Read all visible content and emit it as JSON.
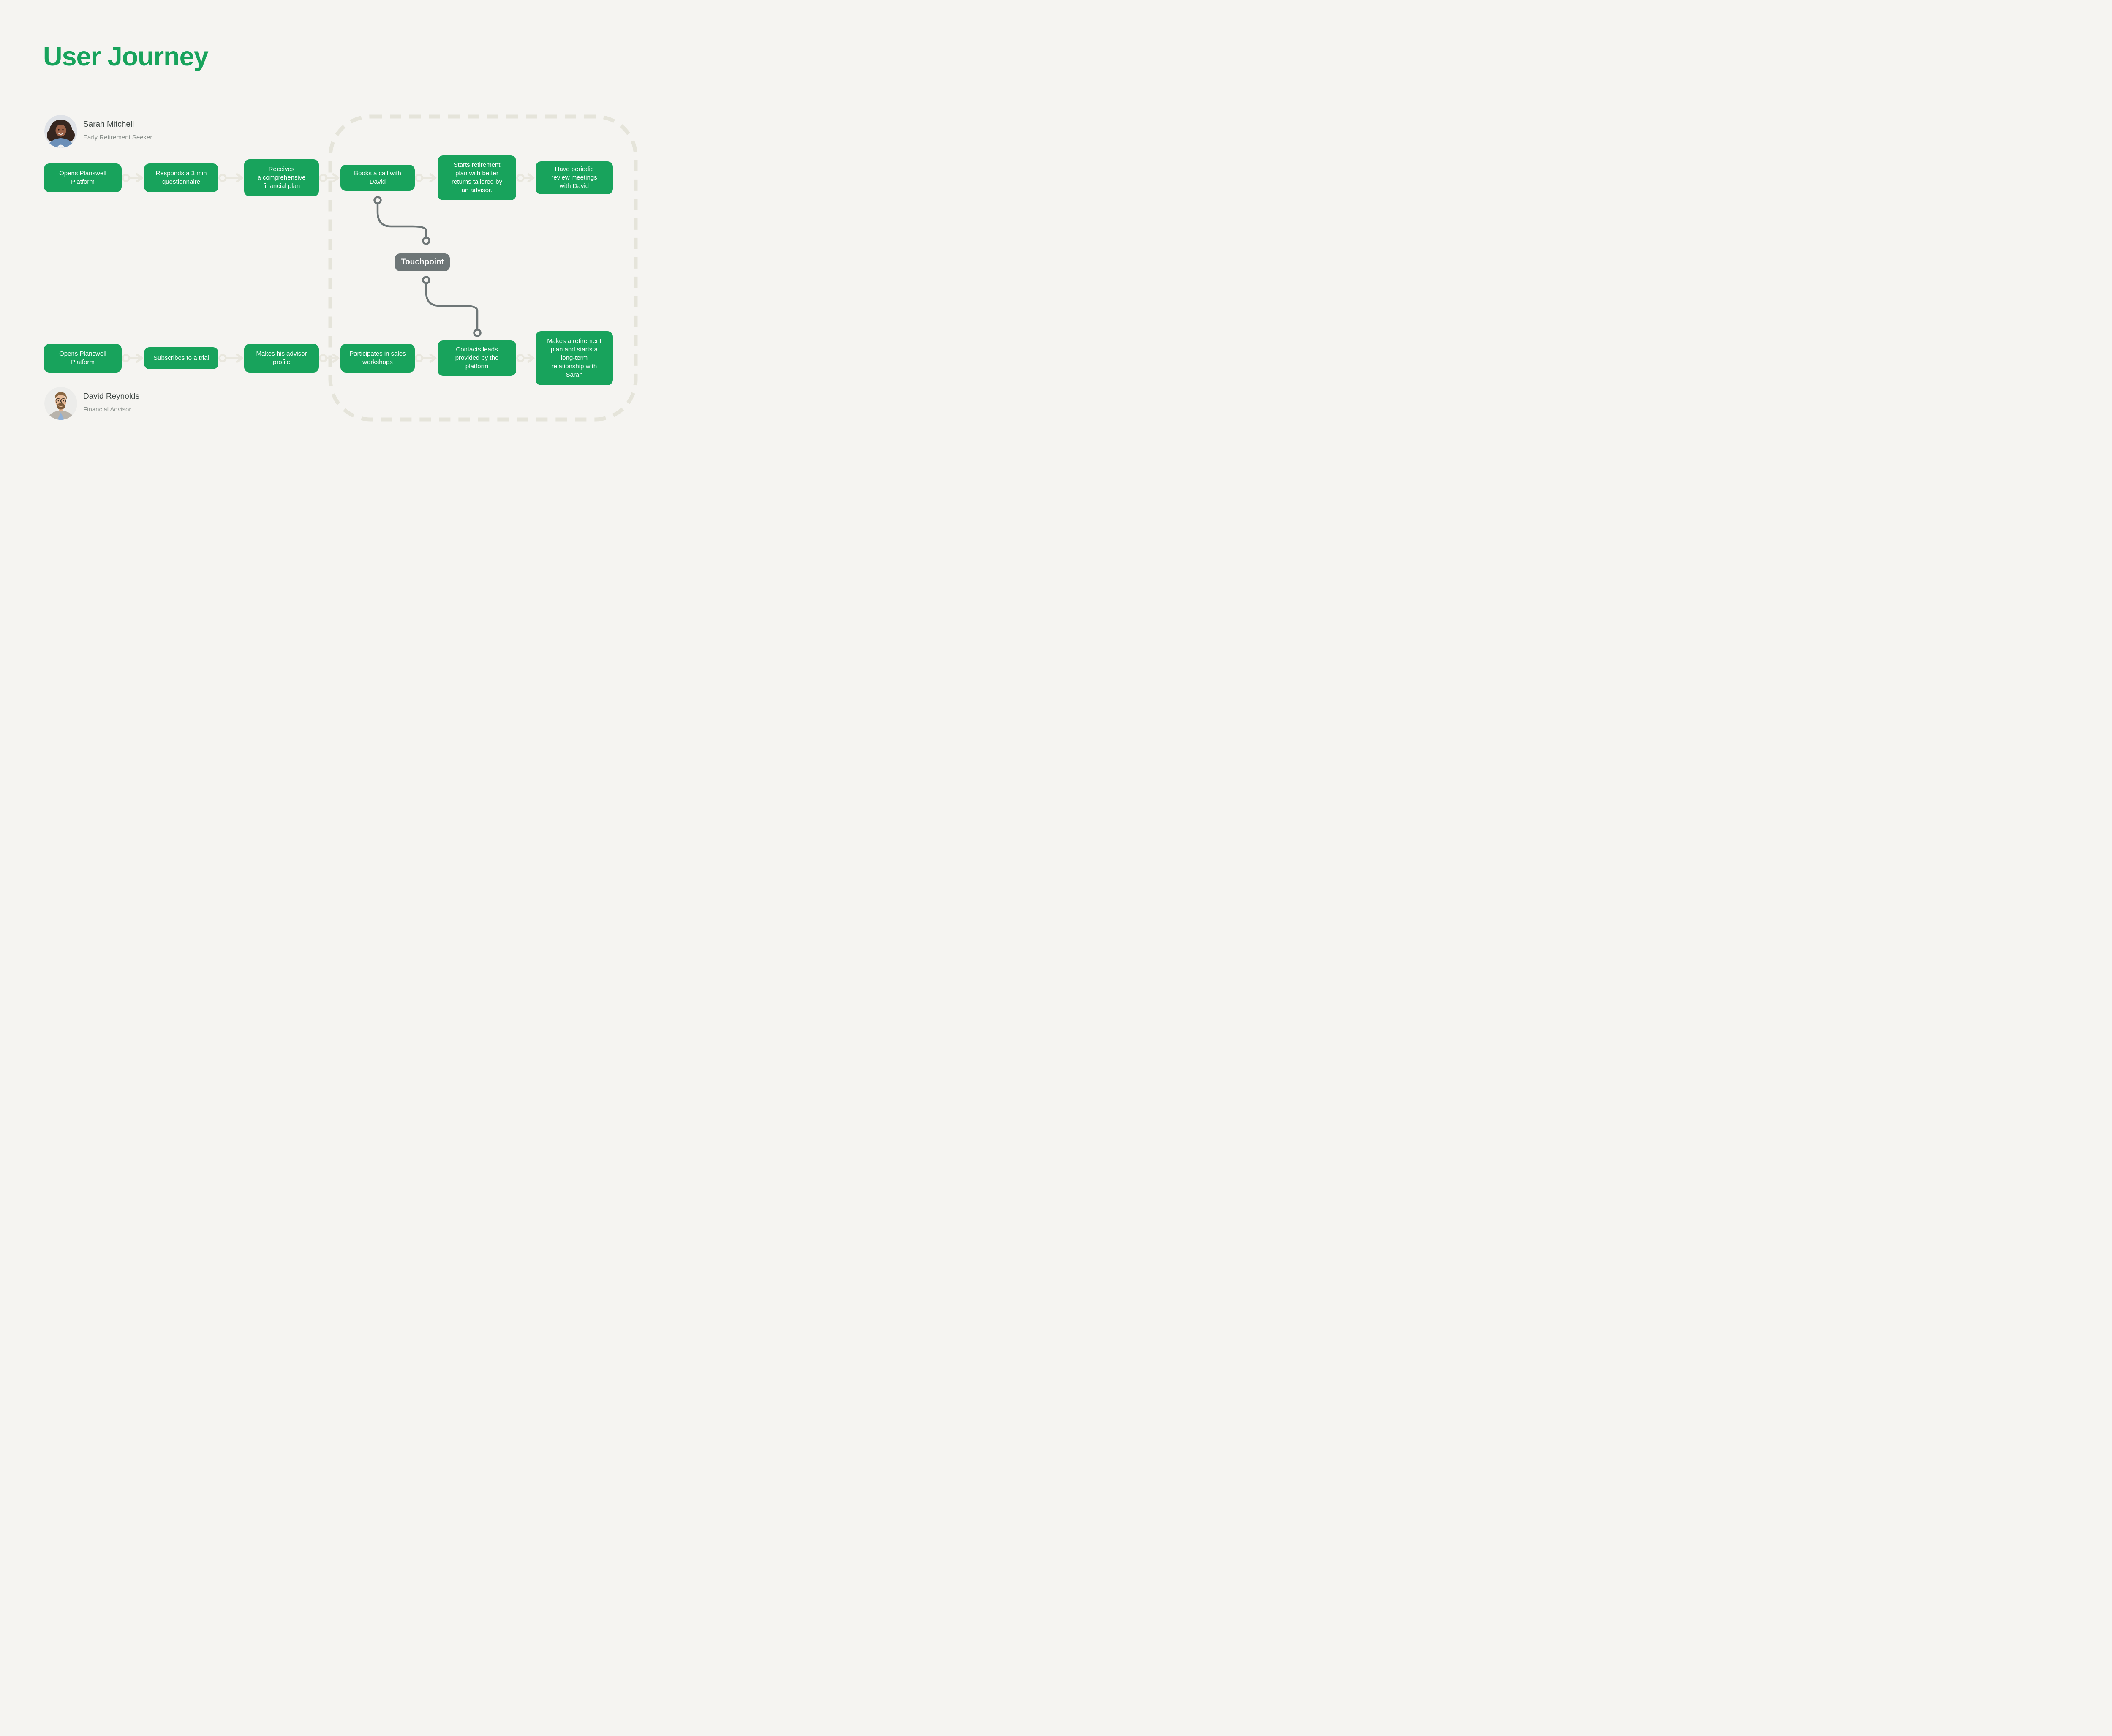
{
  "title": "User Journey",
  "colors": {
    "background": "#f5f4f1",
    "step_green": "#18a35c",
    "title_green": "#18a35c",
    "touchpoint_gray": "#6e7677",
    "connector_light": "#e9e7de",
    "dashed_border": "#e5e4da",
    "persona_name_text": "#3e4643",
    "persona_role_text": "#8b918d"
  },
  "personas": {
    "sarah": {
      "name": "Sarah Mitchell",
      "role": "Early Retirement Seeker"
    },
    "david": {
      "name": "David Reynolds",
      "role": "Financial Advisor"
    }
  },
  "sarah_steps": [
    "Opens Planswell\nPlatform",
    "Responds a 3 min\nquestionnaire",
    "Receives\na comprehensive\nfinancial plan",
    "Books a call with\nDavid",
    "Starts retirement\nplan with better\nreturns tailored by\nan advisor.",
    "Have periodic\nreview meetings\nwith David"
  ],
  "david_steps": [
    "Opens Planswell\nPlatform",
    "Subscribes to a trial",
    "Makes his advisor\nprofile",
    "Participates in sales\nworkshops",
    "Contacts leads\nprovided by the\nplatform",
    "Makes a retirement\nplan and starts a\nlong-term\nrelationship with\nSarah"
  ],
  "touchpoint_label": "Touchpoint"
}
